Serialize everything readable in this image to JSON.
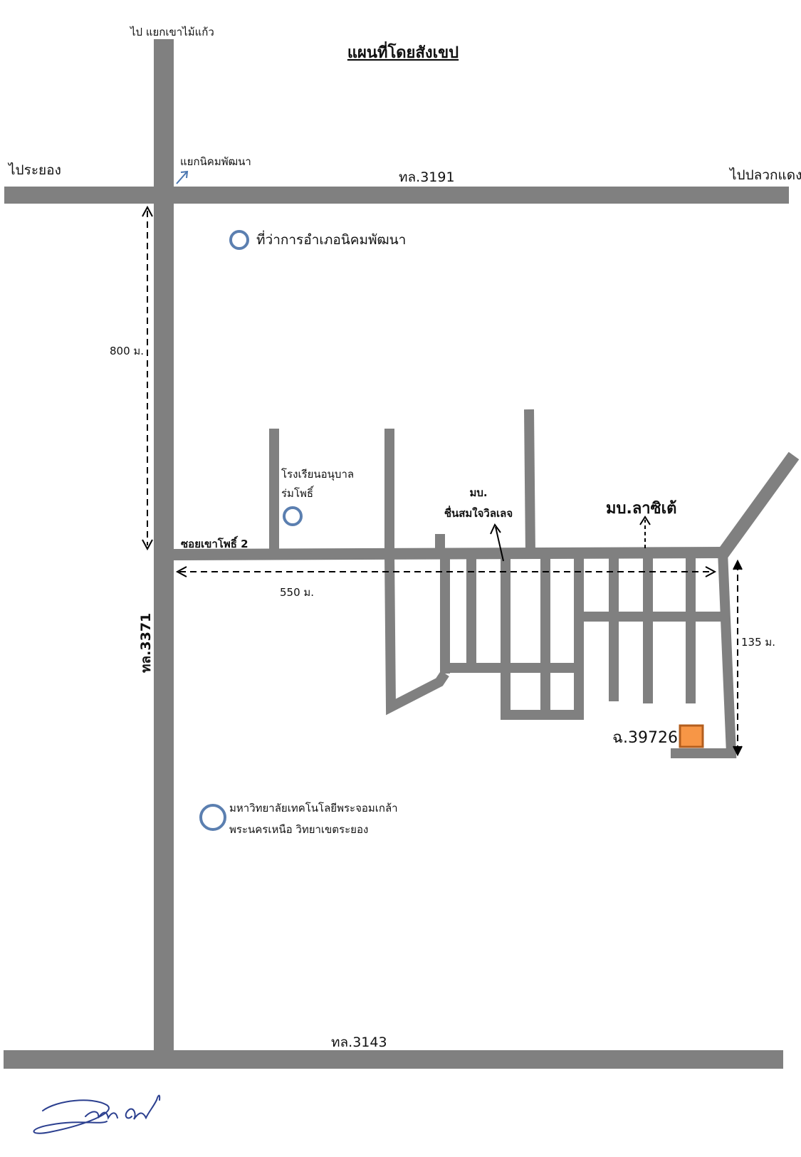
{
  "title": "แผนที่โดยสังเขป",
  "labels": {
    "to_khao_mai_kaeo": "ไป แยกเขาไม้แก้ว",
    "to_rayong": "ไประยอง",
    "to_pluak_daeng": "ไปปลวกแดง",
    "road_3191": "ทล.3191",
    "road_3371": "ทล.3371",
    "road_3143": "ทล.3143",
    "nikhom_junction": "แยกนิคมพัฒนา",
    "district_office": "ที่ว่าการอำเภอนิคมพัฒนา",
    "kindergarten_line1": "โรงเรียนอนุบาล",
    "kindergarten_line2": "ร่มโพธิ์",
    "soi": "ซอยเขาโพธิ์ 2",
    "village1_line1": "มบ.",
    "village1_line2": "ชื่นสมใจวิลเลจ",
    "village2": "มบ.ลาซิเต้",
    "plot": "ฉ.39726",
    "university_line1": "มหาวิทยาลัยเทคโนโลยีพระจอมเกล้า",
    "university_line2": "พระนครเหนือ วิทยาเขตระยอง"
  },
  "distances": {
    "d800": "800 ม.",
    "d550": "550 ม.",
    "d135": "135 ม."
  },
  "colors": {
    "road": "#808080",
    "landmark_circle": "#5b7fb0",
    "plot_fill": "#f79646",
    "plot_border": "#b35e1e",
    "signature": "#2b3f8f"
  },
  "icons": {
    "landmark": "circle-marker-icon",
    "plot": "square-plot-icon"
  }
}
